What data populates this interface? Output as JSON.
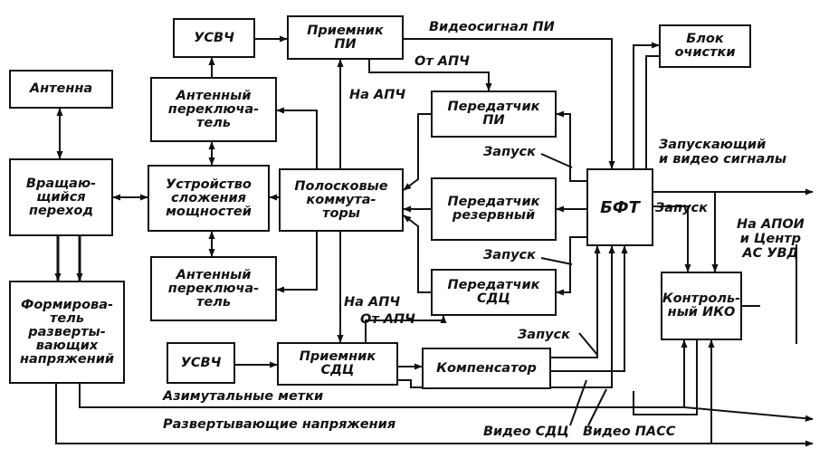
{
  "blocks": {
    "usvch_top": "УСВЧ",
    "receiver_pi": "Приемник\nПИ",
    "cleanup_unit": "Блок\nочистки",
    "antenna": "Антенна",
    "antenna_switch_top": "Антенный\nпереключа-\nтель",
    "transmitter_pi": "Передатчик\nПИ",
    "rotary_joint": "Вращаю-\nщийся\nпереход",
    "power_combiner": "Устройство\nсложения\nмощностей",
    "strip_switches": "Полосковые\nкоммута-\nторы",
    "transmitter_reserve": "Передатчик\nрезервный",
    "bft": "БФТ",
    "antenna_switch_bottom": "Антенный\nпереключа-\nтель",
    "transmitter_sdc": "Передатчик\nСДЦ",
    "control_iko": "Контроль-\nный ИКО",
    "sweep_generator": "Формирова-\nтель\nразверты-\nвающих\nнапряжений",
    "usvch_bottom": "УСВЧ",
    "receiver_sdc": "Приемник\nСДЦ",
    "compensator": "Компенсатор"
  },
  "labels": {
    "video_signal_pi": "Видеосигнал ПИ",
    "from_afc_top": "От АПЧ",
    "to_afc_top": "На АПЧ",
    "trigger_top": "Запуск",
    "trigger_video_signals": "Запускающий\nи видео сигналы",
    "trigger_right": "Запуск",
    "to_apoi": "На АПОИ\nи Центр\nАС УВД",
    "trigger_mid": "Запуск",
    "to_afc_bottom": "На АПЧ",
    "from_afc_bottom": "От АПЧ",
    "trigger_bottom": "Запуск",
    "azimuth_marks": "Азимутальные метки",
    "sweep_voltages": "Развертывающие напряжения",
    "video_sdc": "Видео СДЦ",
    "video_pass": "Видео ПАСС"
  }
}
